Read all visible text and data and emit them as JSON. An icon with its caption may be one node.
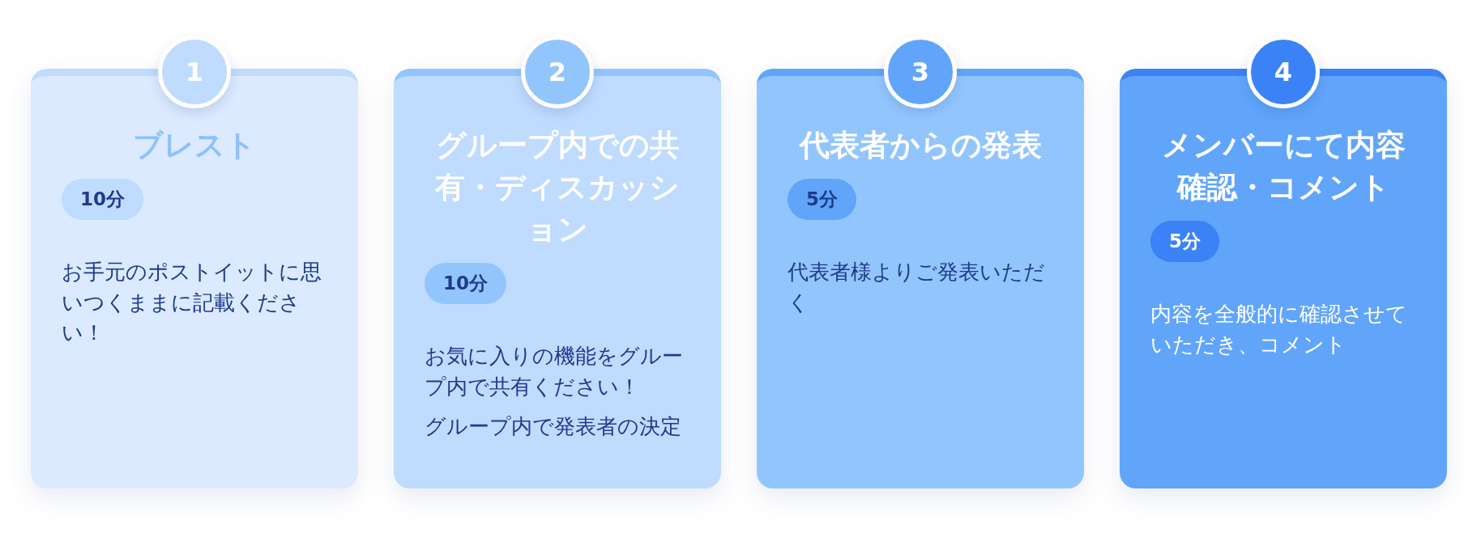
{
  "diagram": {
    "nodes": [
      {
        "text": [
          "1"
        ]
      },
      {
        "text": [
          "ブレスト",
          "お手元のポストイットに思いつくままに記載ください！"
        ]
      },
      {
        "text": [
          "10分"
        ],
        "in": 1
      },
      {
        "text": [
          "2"
        ]
      },
      {
        "text": [
          "グループ内での共有・ディスカッション",
          "お気に入りの機能をグループ内で共有ください！",
          "グループ内で発表者の決定"
        ]
      },
      {
        "text": [
          "10分"
        ],
        "in": 4
      },
      {
        "text": [
          "3"
        ]
      },
      {
        "text": [
          "代表者からの発表",
          "代表者様よりご発表いただく"
        ]
      },
      {
        "text": [
          "5分"
        ],
        "in": 7
      },
      {
        "text": [
          "4"
        ]
      },
      {
        "text": [
          "メンバーにて内容確認・コメント",
          "内容を全般的に確認させていただき、コメント"
        ]
      },
      {
        "text": [
          "5分"
        ],
        "in": 10
      }
    ]
  }
}
